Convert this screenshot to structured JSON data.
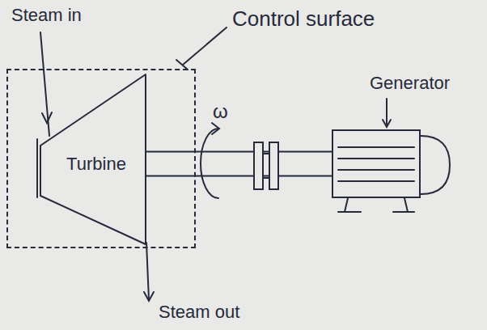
{
  "diagram": {
    "nodes": [
      {
        "text": [
          "Control surface"
        ]
      },
      {
        "text": [
          "Turbine"
        ],
        "in": 0
      },
      {
        "text": [
          "Generator"
        ]
      }
    ],
    "edges": [
      {
        "from": 1,
        "to": 2,
        "arrow": "none"
      }
    ],
    "labels": [
      "Steam in",
      "ω",
      "Steam out"
    ]
  }
}
